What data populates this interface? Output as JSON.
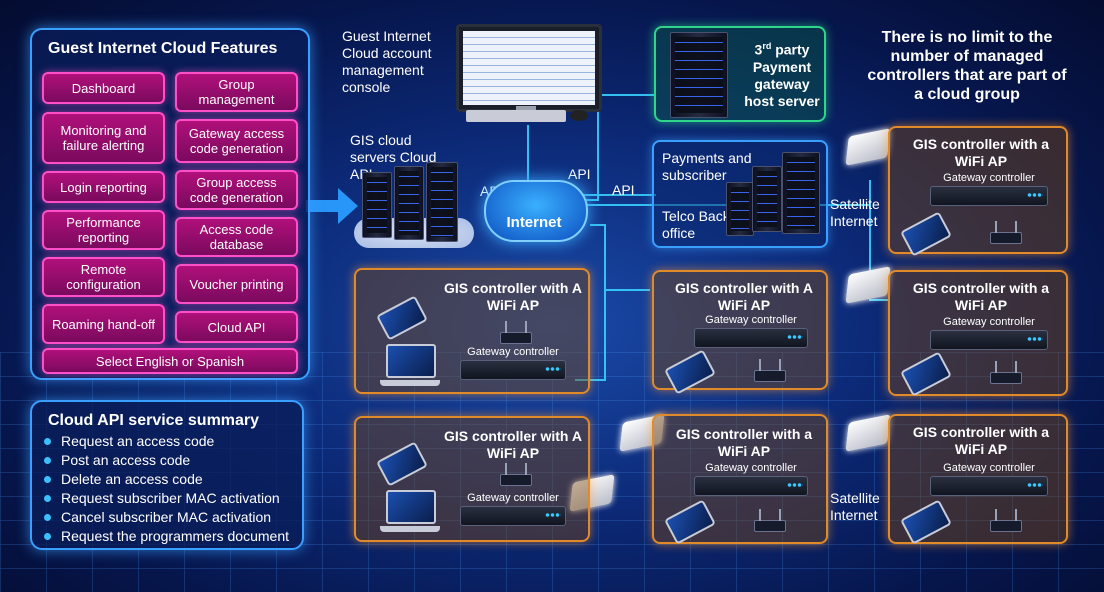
{
  "features_panel": {
    "title": "Guest Internet Cloud Features",
    "left_column": [
      "Dashboard",
      "Monitoring and failure alerting",
      "Login reporting",
      "Performance reporting",
      "Remote configuration",
      "Roaming hand-off"
    ],
    "right_column": [
      "Group management",
      "Gateway access code generation",
      "Group access code generation",
      "Access code database",
      "Voucher printing",
      "Cloud API"
    ],
    "footer_button": "Select English or Spanish"
  },
  "api_panel": {
    "title": "Cloud API service summary",
    "items": [
      "Request an access code",
      "Post an access code",
      "Delete an access code",
      "Request subscriber MAC activation",
      "Cancel subscriber MAC activation",
      "Request the programmers document"
    ]
  },
  "console_label": "Guest Internet Cloud account management console",
  "cloud_servers_label": "GIS cloud servers Cloud API",
  "internet_label": "Internet",
  "api_labels": [
    "API",
    "API",
    "API"
  ],
  "payment_gateway": {
    "sup": "rd",
    "prefix": "3",
    "label": "party Payment gateway host server"
  },
  "telco": {
    "top": "Payments and subscriber",
    "bottom": "Telco Back office"
  },
  "headline": "There is no limit to the number of managed controllers that are part of a cloud group",
  "satellite_label": "Satellite Internet",
  "controller_title_a": "GIS controller with A WiFi AP",
  "controller_title_b": "GIS controller with a WiFi AP",
  "gateway_label": "Gateway controller",
  "colors": {
    "feature_border": "#ff4fc8",
    "panel_border": "#3aa0ff",
    "site_border": "#e08a2a",
    "payment_border": "#2ed58a"
  }
}
